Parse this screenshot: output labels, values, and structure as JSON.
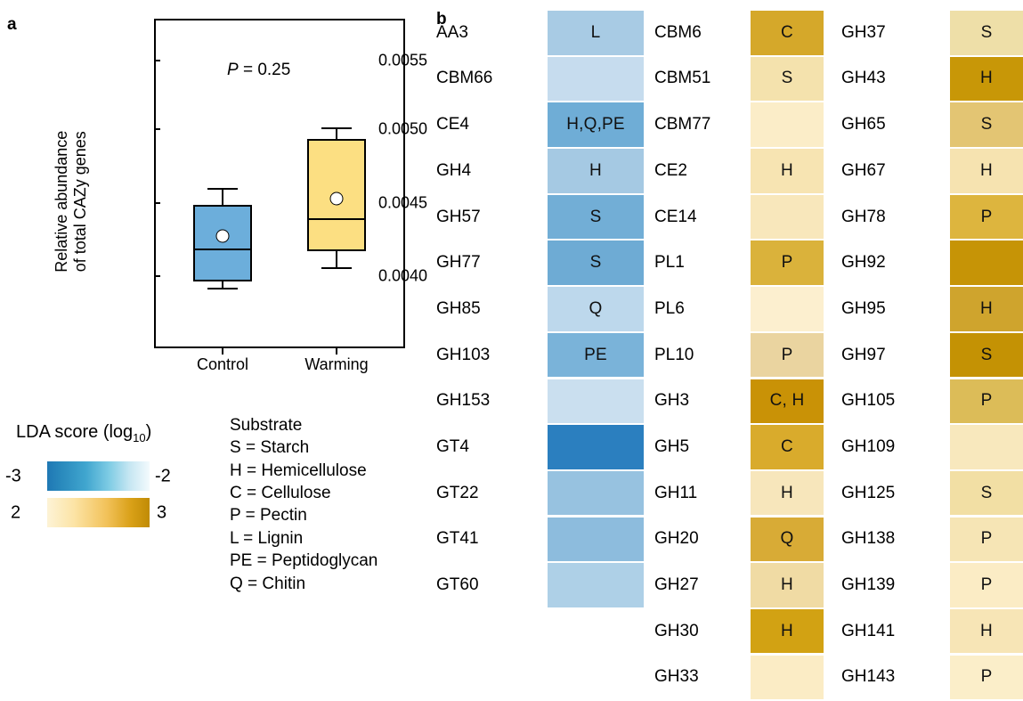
{
  "panels": {
    "a_letter": "a",
    "b_letter": "b"
  },
  "chart_data": {
    "type": "box",
    "title": "",
    "ylabel_line1": "Relative abundance",
    "ylabel_line2": "of total CAZy genes",
    "xlabel": "",
    "annotation": "P = 0.25",
    "annotation_p": "P",
    "annotation_rest": " = 0.25",
    "ylim": [
      0.00363,
      0.00587
    ],
    "yticks": [
      0.004,
      0.0045,
      0.005,
      0.0055
    ],
    "ytick_labels": [
      "0.0040",
      "0.0045",
      "0.0050",
      "0.0055"
    ],
    "categories": [
      "Control",
      "Warming"
    ],
    "grid": false,
    "legend": "none",
    "boxes": [
      {
        "name": "Control",
        "color": "#6CAEDB",
        "whisker_low": 0.004035,
        "q1": 0.004085,
        "median": 0.004305,
        "q3": 0.004605,
        "whisker_high": 0.004715,
        "mean": 0.004395
      },
      {
        "name": "Warming",
        "color": "#FCDF82",
        "whisker_low": 0.004175,
        "q1": 0.00429,
        "median": 0.004505,
        "q3": 0.005055,
        "whisker_high": 0.005125,
        "mean": 0.00465
      }
    ]
  },
  "legend": {
    "lda_title_main": "LDA score (log",
    "lda_title_sub": "10",
    "lda_title_close": ")",
    "blue_bar": {
      "left_label": "-3",
      "right_label": "-2",
      "low_color": "#1f78b4",
      "high_color": "#f3fafd"
    },
    "orange_bar": {
      "left_label": "2",
      "right_label": "3",
      "low_color": "#fdf3d6",
      "high_color": "#c08b05"
    },
    "substrate_heading": "Substrate",
    "substrate_items": [
      "S = Starch",
      "H = Hemicellulose",
      "C = Cellulose",
      "P = Pectin",
      "L = Lignin",
      "PE = Peptidoglycan",
      "Q = Chitin"
    ]
  },
  "heatmap": {
    "columns": [
      {
        "id": "col-1",
        "rows": [
          {
            "name": "AA3",
            "label": "L",
            "color": "#a8cbe4",
            "lda": -2.45
          },
          {
            "name": "CBM66",
            "label": "",
            "color": "#c6dcee",
            "lda": -2.25
          },
          {
            "name": "CE4",
            "label": "H,Q,PE",
            "color": "#6fadd6",
            "lda": -2.75
          },
          {
            "name": "GH4",
            "label": "H",
            "color": "#a5c9e3",
            "lda": -2.47
          },
          {
            "name": "GH57",
            "label": "S",
            "color": "#72aed6",
            "lda": -2.74
          },
          {
            "name": "GH77",
            "label": "S",
            "color": "#6eabd4",
            "lda": -2.76
          },
          {
            "name": "GH85",
            "label": "Q",
            "color": "#bdd8ec",
            "lda": -2.3
          },
          {
            "name": "GH103",
            "label": "PE",
            "color": "#7ab3d9",
            "lda": -2.68
          },
          {
            "name": "GH153",
            "label": "",
            "color": "#cadfef",
            "lda": -2.22
          },
          {
            "name": "GT4",
            "label": "",
            "color": "#2b7fbf",
            "lda": -3.0
          },
          {
            "name": "GT22",
            "label": "",
            "color": "#97c2e0",
            "lda": -2.55
          },
          {
            "name": "GT41",
            "label": "",
            "color": "#8dbcdd",
            "lda": -2.59
          },
          {
            "name": "GT60",
            "label": "",
            "color": "#aed0e7",
            "lda": -2.42
          }
        ]
      },
      {
        "id": "col-2",
        "rows": [
          {
            "name": "CBM6",
            "label": "C",
            "color": "#d5a82a",
            "lda": 2.76
          },
          {
            "name": "CBM51",
            "label": "S",
            "color": "#f4e2ad",
            "lda": 2.27
          },
          {
            "name": "CBM77",
            "label": "",
            "color": "#fbedc8",
            "lda": 2.14
          },
          {
            "name": "CE2",
            "label": "H",
            "color": "#f7e4b2",
            "lda": 2.24
          },
          {
            "name": "CE14",
            "label": "",
            "color": "#f8e7bb",
            "lda": 2.2
          },
          {
            "name": "PL1",
            "label": "P",
            "color": "#dab23b",
            "lda": 2.7
          },
          {
            "name": "PL6",
            "label": "",
            "color": "#fcefcf",
            "lda": 2.12
          },
          {
            "name": "PL10",
            "label": "P",
            "color": "#ead4a0",
            "lda": 2.36
          },
          {
            "name": "GH3",
            "label": "C, H",
            "color": "#c99206",
            "lda": 2.92
          },
          {
            "name": "GH5",
            "label": "C",
            "color": "#d9ab2c",
            "lda": 2.74
          },
          {
            "name": "GH11",
            "label": "H",
            "color": "#f7e6bb",
            "lda": 2.22
          },
          {
            "name": "GH20",
            "label": "Q",
            "color": "#d8ab36",
            "lda": 2.72
          },
          {
            "name": "GH27",
            "label": "H",
            "color": "#f0dba4",
            "lda": 2.33
          },
          {
            "name": "GH30",
            "label": "H",
            "color": "#d2a213",
            "lda": 2.8
          },
          {
            "name": "GH33",
            "label": "",
            "color": "#fbecc5",
            "lda": 2.15
          }
        ]
      },
      {
        "id": "col-3",
        "rows": [
          {
            "name": "GH37",
            "label": "S",
            "color": "#eedfa8",
            "lda": 2.32
          },
          {
            "name": "GH43",
            "label": "H",
            "color": "#c89707",
            "lda": 2.9
          },
          {
            "name": "GH65",
            "label": "S",
            "color": "#e3c573",
            "lda": 2.52
          },
          {
            "name": "GH67",
            "label": "H",
            "color": "#f6e3b0",
            "lda": 2.25
          },
          {
            "name": "GH78",
            "label": "P",
            "color": "#ddb53e",
            "lda": 2.66
          },
          {
            "name": "GH92",
            "label": "",
            "color": "#c69406",
            "lda": 2.93
          },
          {
            "name": "GH95",
            "label": "H",
            "color": "#cfa42d",
            "lda": 2.78
          },
          {
            "name": "GH97",
            "label": "S",
            "color": "#c49204",
            "lda": 2.95
          },
          {
            "name": "GH105",
            "label": "P",
            "color": "#dcbc58",
            "lda": 2.6
          },
          {
            "name": "GH109",
            "label": "",
            "color": "#f8e8bd",
            "lda": 2.2
          },
          {
            "name": "GH125",
            "label": "S",
            "color": "#f2dfa4",
            "lda": 2.3
          },
          {
            "name": "GH138",
            "label": "P",
            "color": "#f6e5b5",
            "lda": 2.24
          },
          {
            "name": "GH139",
            "label": "P",
            "color": "#fbecc5",
            "lda": 2.16
          },
          {
            "name": "GH141",
            "label": "H",
            "color": "#f7e5b6",
            "lda": 2.23
          },
          {
            "name": "GH143",
            "label": "P",
            "color": "#fbeec9",
            "lda": 2.13
          }
        ]
      }
    ]
  }
}
